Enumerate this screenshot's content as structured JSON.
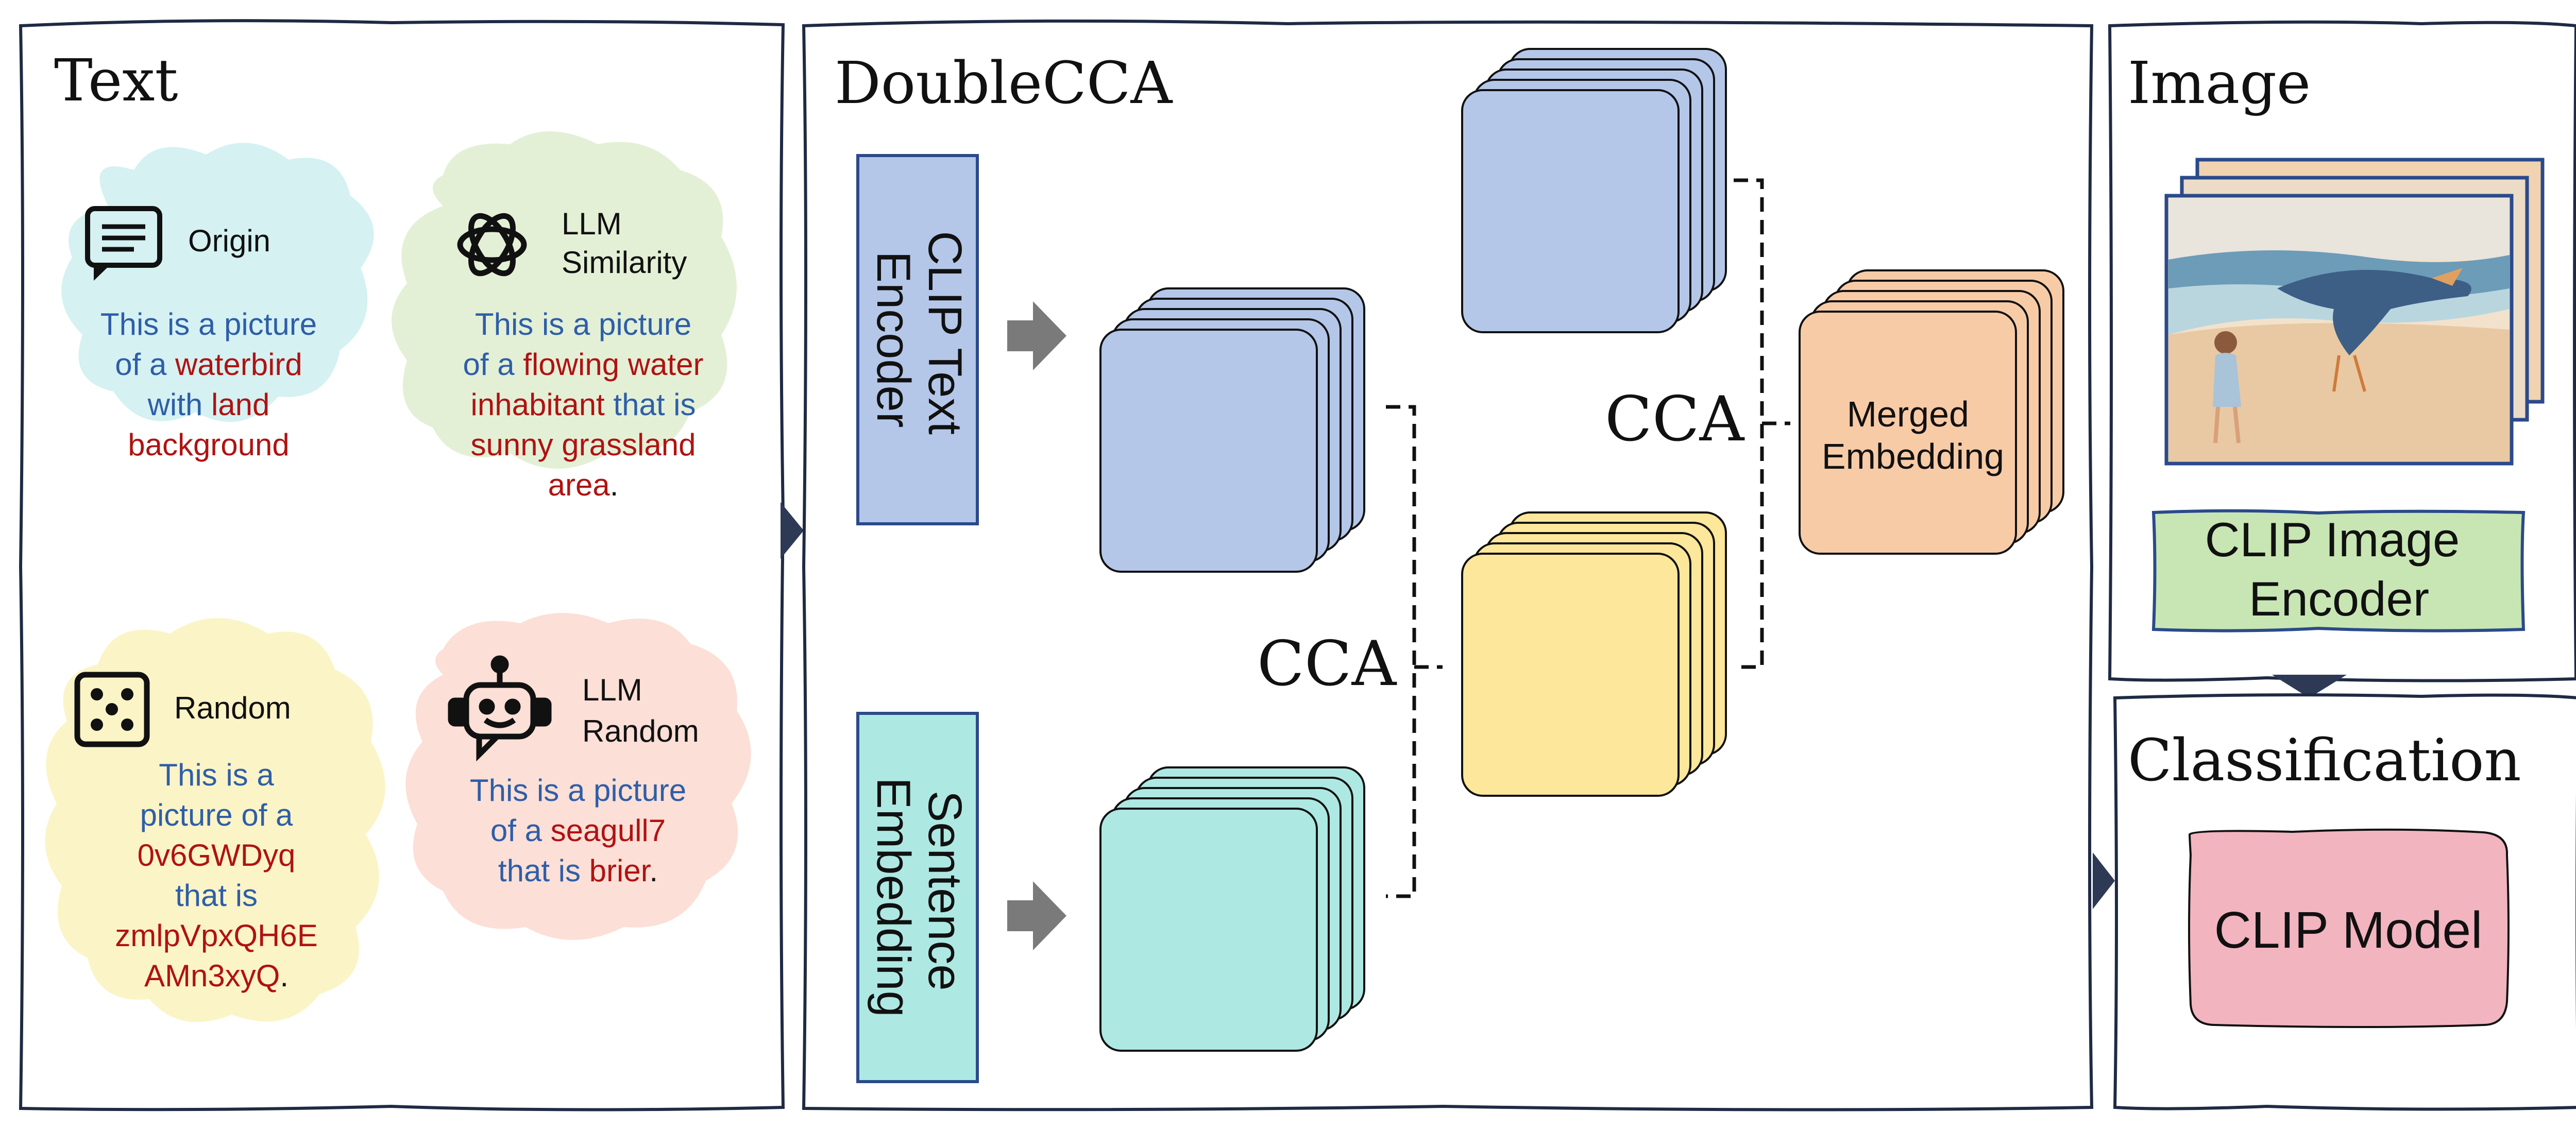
{
  "panels": {
    "text": {
      "title": "Text"
    },
    "doublecca": {
      "title": "DoubleCCA"
    },
    "image": {
      "title": "Image"
    },
    "classification": {
      "title": "Classification"
    }
  },
  "text_clouds": {
    "origin": {
      "icon": "chat-bubble-icon",
      "label": "Origin",
      "color": "#d5f1f2",
      "sentence": [
        [
          "This is a picture"
        ],
        [
          "of a ",
          "waterbird"
        ],
        [
          "with ",
          "land"
        ],
        [
          "background"
        ]
      ]
    },
    "llm_similarity": {
      "icon": "openai-logo-icon",
      "label_lines": [
        "LLM",
        "Similarity"
      ],
      "color": "#e3f0d6",
      "sentence": [
        [
          "This is a picture"
        ],
        [
          "of a ",
          "flowing water"
        ],
        [
          "inhabitant",
          " that is"
        ],
        [
          "sunny grassland"
        ],
        [
          "area",
          "."
        ]
      ]
    },
    "random": {
      "icon": "dice-icon",
      "label": "Random",
      "color": "#fbf4c6",
      "sentence": [
        [
          "This is a"
        ],
        [
          "picture of a"
        ],
        [
          "0v6GWDyq"
        ],
        [
          "that is"
        ],
        [
          "zmlpVpxQH6E"
        ],
        [
          "AMn3xyQ",
          "."
        ]
      ]
    },
    "llm_random": {
      "icon": "robot-icon",
      "label_lines": [
        "LLM",
        "Random"
      ],
      "color": "#fcdfd6",
      "sentence": [
        [
          "This is a picture"
        ],
        [
          "of a ",
          "seagull7"
        ],
        [
          "that is ",
          "brier",
          "."
        ]
      ]
    }
  },
  "doublecca": {
    "clip_text_encoder_lines": [
      "CLIP Text",
      "Encoder"
    ],
    "sentence_embedding_lines": [
      "Sentence",
      "Embedding"
    ],
    "cca_label": "CCA",
    "merged_lines": [
      "Merged",
      "Embedding"
    ]
  },
  "image_panel": {
    "encoder_lines": [
      "CLIP Image",
      "Encoder"
    ]
  },
  "classification_panel": {
    "model_label": "CLIP Model"
  },
  "colors": {
    "blue_fill": "#b4c7e9",
    "blue_border": "#2b4a8a",
    "teal_fill": "#aee8e3",
    "yellow_fill": "#fde79b",
    "orange_fill": "#f8cba7",
    "green_fill": "#c8e6b3",
    "pink_fill": "#f2b4bf",
    "text_blue": "#2e5ea8",
    "text_red": "#b01212",
    "arrow_gray": "#7a7a7a",
    "panel_border": "#1f2a44"
  }
}
